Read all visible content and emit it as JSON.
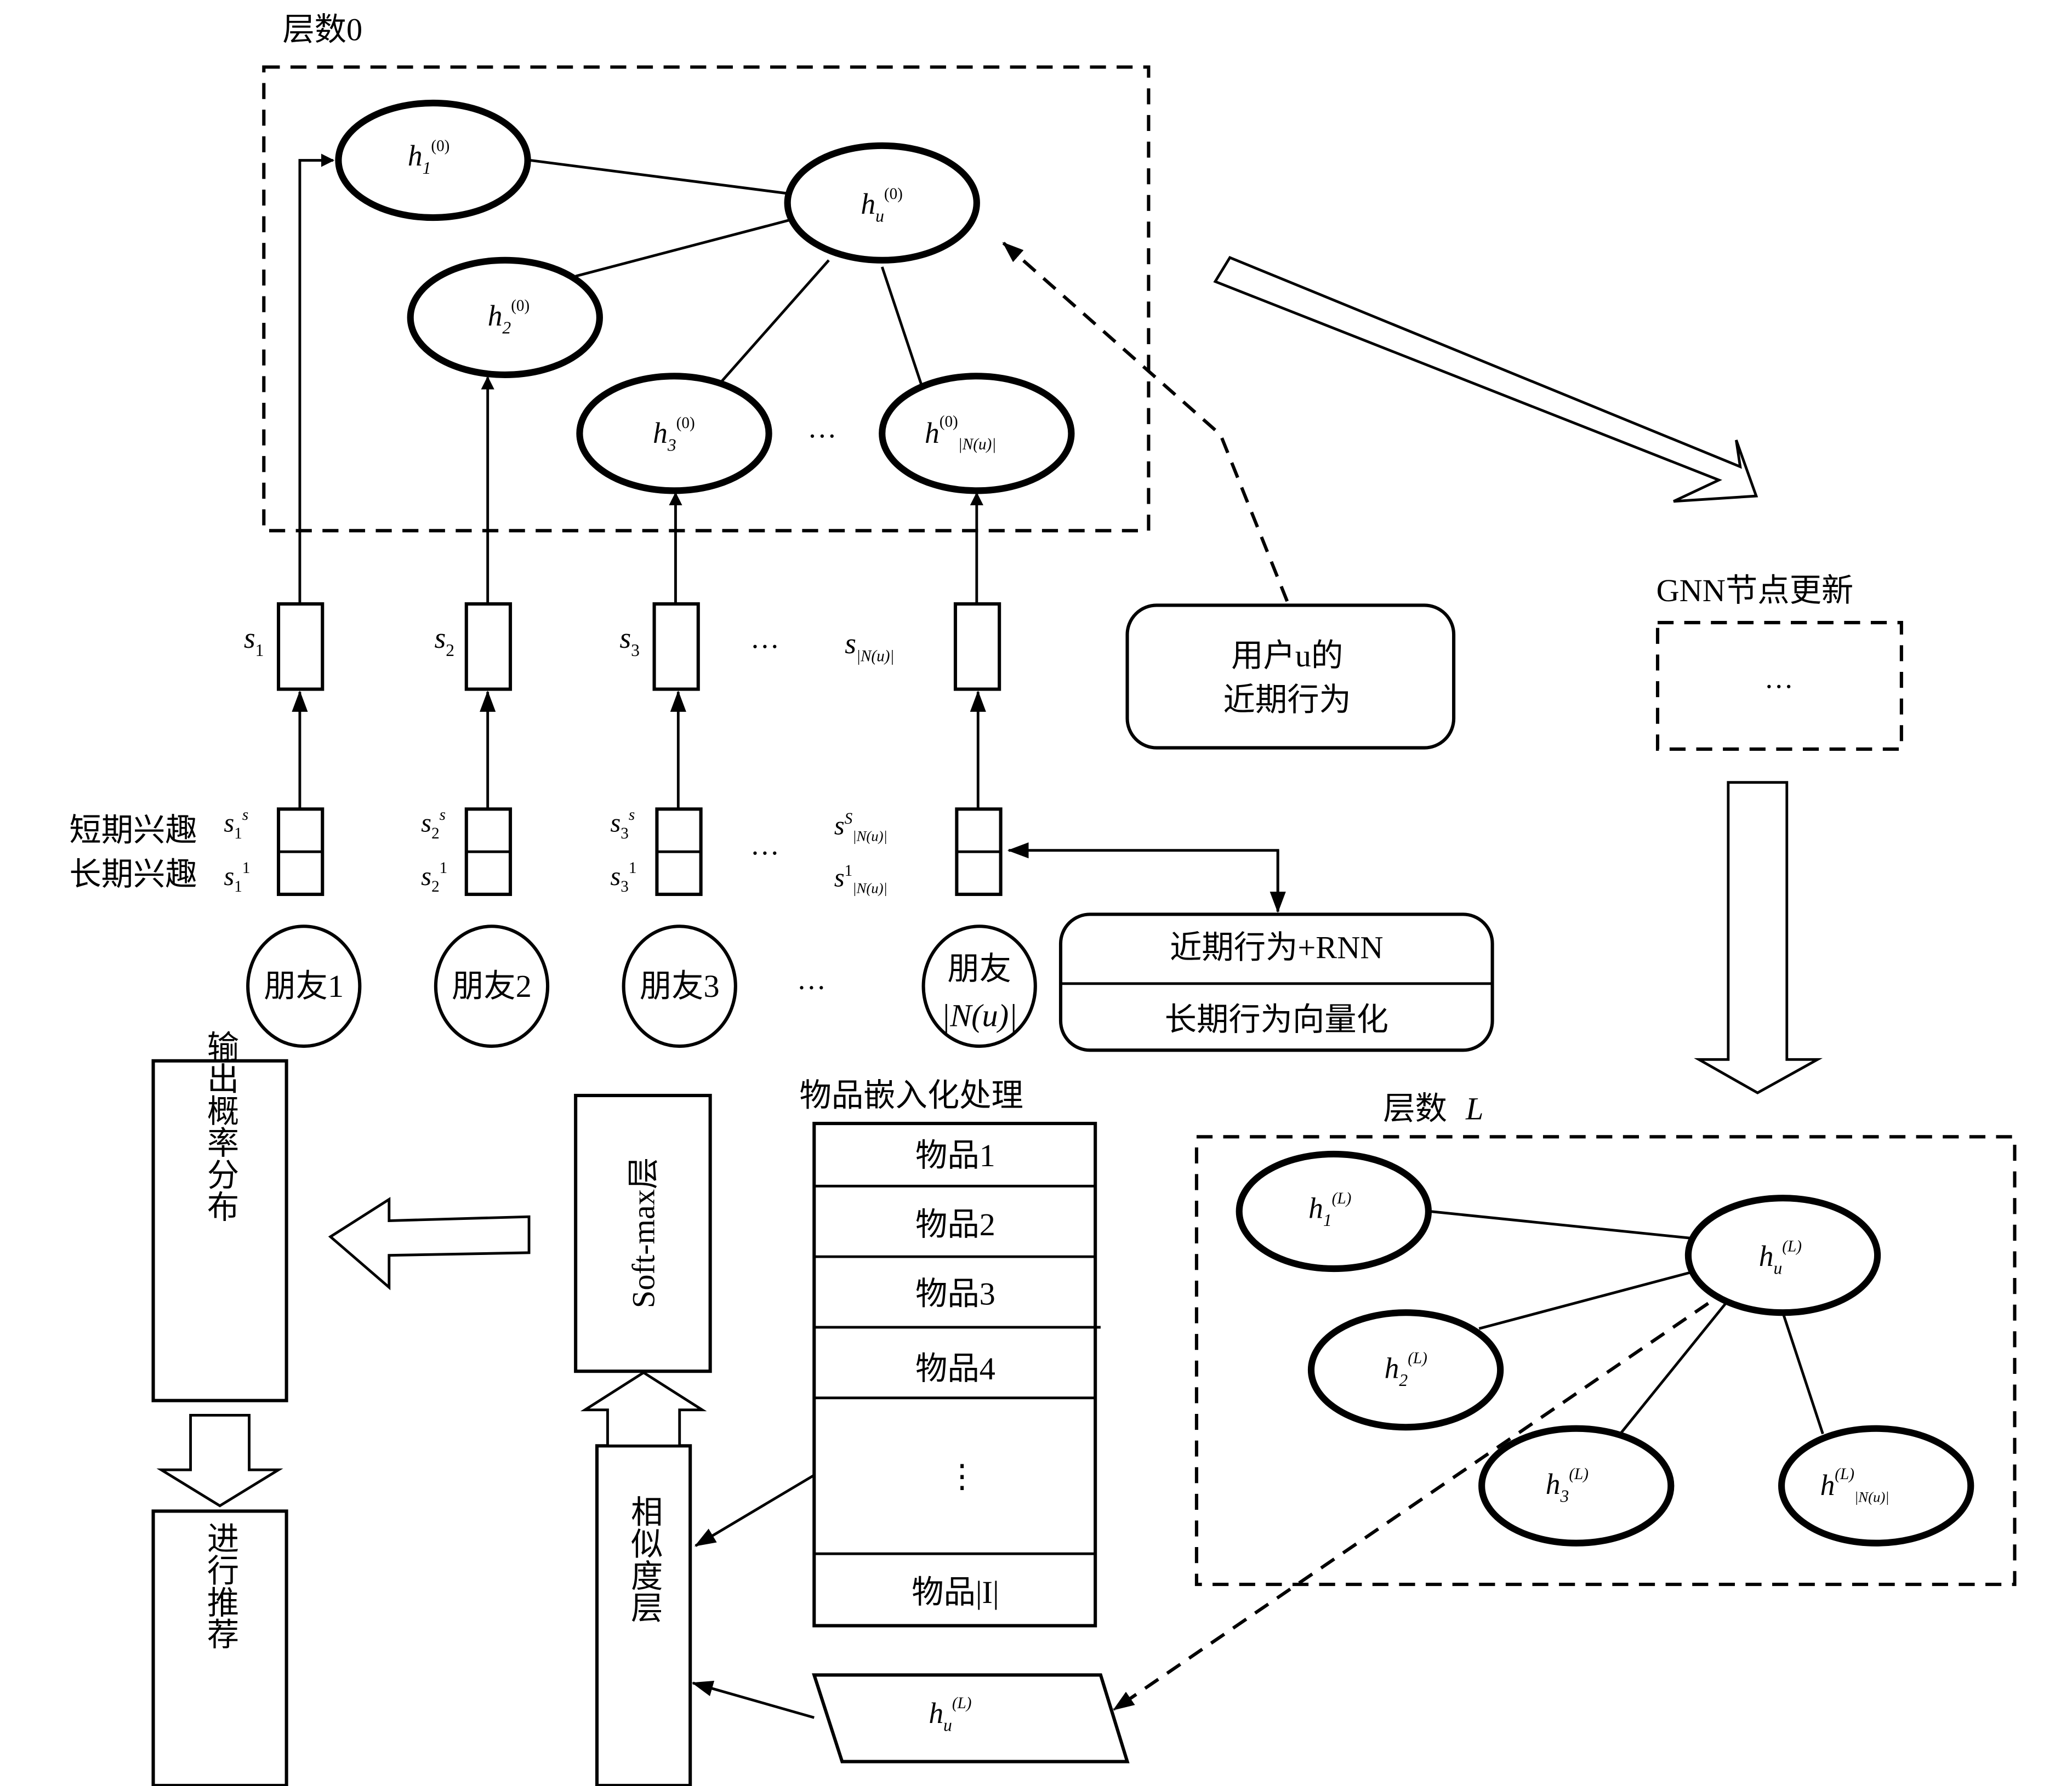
{
  "layer0": {
    "title": "层数0",
    "nodes": [
      {
        "id": "h1",
        "base": "h",
        "sub": "1",
        "sup": "(0)"
      },
      {
        "id": "hu",
        "base": "h",
        "sub": "u",
        "sup": "(0)"
      },
      {
        "id": "h2",
        "base": "h",
        "sub": "2",
        "sup": "(0)"
      },
      {
        "id": "h3",
        "base": "h",
        "sub": "3",
        "sup": "(0)"
      },
      {
        "id": "hN",
        "base": "h",
        "sup": "(0)",
        "sub": "|N(u)|"
      }
    ],
    "ellipsis": "…"
  },
  "friend_vectors": {
    "labels": [
      "s",
      "s",
      "s",
      "s"
    ],
    "subs": [
      "1",
      "2",
      "3",
      "|N(u)|"
    ],
    "ellipsis": "…"
  },
  "interest": {
    "short_label": "短期兴趣",
    "long_label": "长期兴趣",
    "short_sup": "s",
    "short_sup_last": "S",
    "long_sup": "1",
    "ellipsis": "…"
  },
  "friends": {
    "items": [
      "朋友1",
      "朋友2",
      "朋友3"
    ],
    "last_line1": "朋友",
    "last_line2": "|N(u)|",
    "ellipsis": "…"
  },
  "recent_behavior_box": {
    "line1": "用户u的",
    "line2": "近期行为"
  },
  "rnn_box": {
    "row1": "近期行为+RNN",
    "row2": "长期行为向量化"
  },
  "gnn": {
    "title": "GNN节点更新",
    "content": "…"
  },
  "layerL": {
    "title": "层数",
    "title_var": "L",
    "nodes": [
      {
        "id": "h1",
        "sub": "1",
        "sup": "(L)"
      },
      {
        "id": "hu",
        "sub": "u",
        "sup": "(L)"
      },
      {
        "id": "h2",
        "sub": "2",
        "sup": "(L)"
      },
      {
        "id": "h3",
        "sub": "3",
        "sup": "(L)"
      },
      {
        "id": "hN",
        "sub": "|N(u)|",
        "sup": "(L)"
      }
    ]
  },
  "items": {
    "title": "物品嵌入化处理",
    "rows": [
      "物品1",
      "物品2",
      "物品3",
      "物品4",
      "⋮",
      "物品|I|"
    ]
  },
  "user_embedding": {
    "base": "h",
    "sub": "u",
    "sup": "(L)"
  },
  "similarity_layer": "相似度层",
  "softmax_layer": "Soft-max层",
  "output_dist": "输出概率分布",
  "recommend": "进行推荐"
}
